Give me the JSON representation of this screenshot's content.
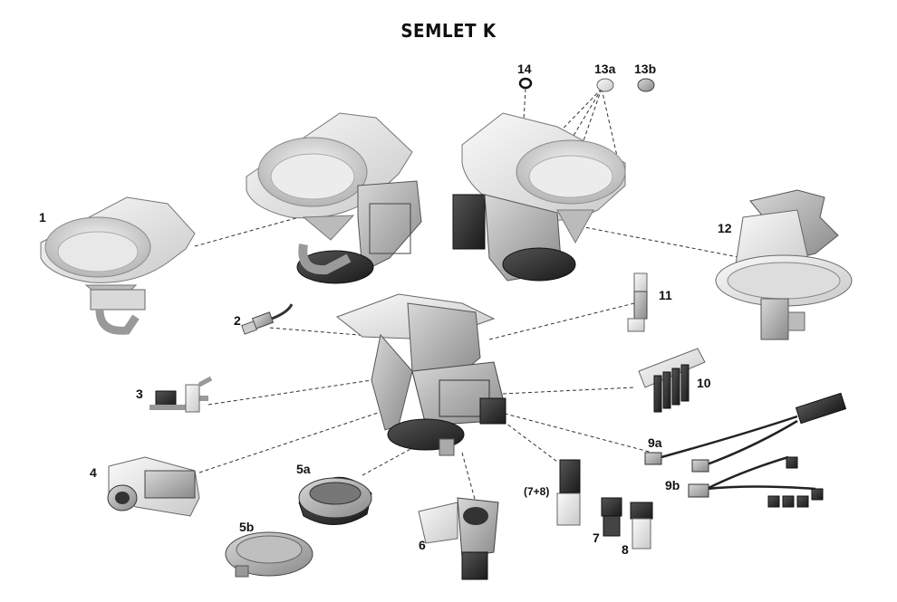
{
  "title": "SEMLET K",
  "part_labels": {
    "p1": "1",
    "p2": "2",
    "p3": "3",
    "p4": "4",
    "p5a": "5a",
    "p5b": "5b",
    "p6": "6",
    "p78": "(7+8)",
    "p7": "7",
    "p8": "8",
    "p9a": "9a",
    "p9b": "9b",
    "p10": "10",
    "p11": "11",
    "p12": "12",
    "p13a": "13a",
    "p13b": "13b",
    "p14": "14"
  }
}
